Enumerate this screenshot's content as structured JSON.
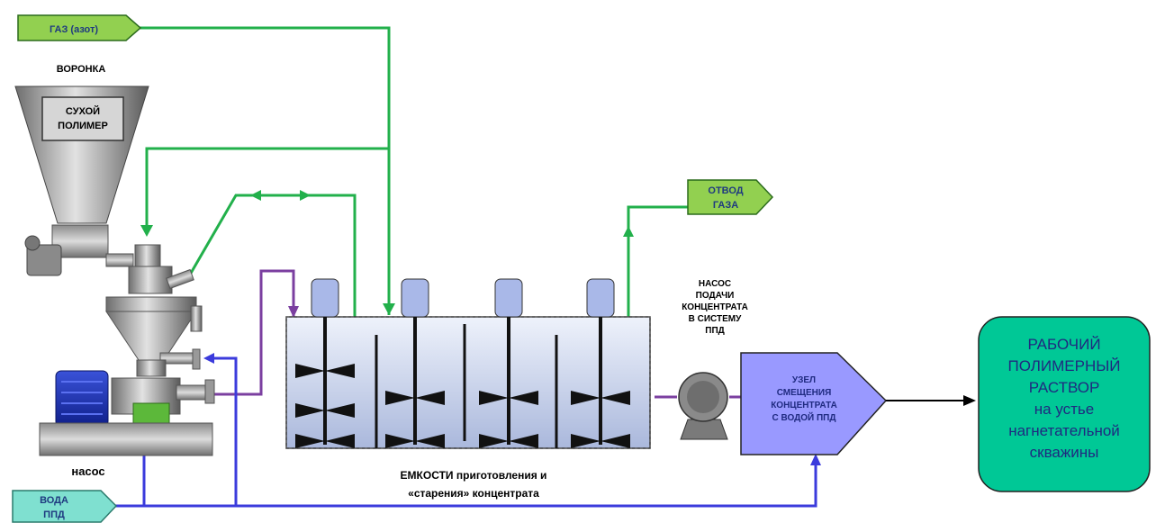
{
  "tags": {
    "gas_inlet": "ГАЗ (азот)",
    "gas_outlet_line1": "ОТВОД",
    "gas_outlet_line2": "ГАЗА",
    "water_line1": "ВОДА",
    "water_line2": "ППД"
  },
  "hopper": {
    "title": "ВОРОНКА",
    "label_line1": "СУХОЙ",
    "label_line2": "ПОЛИМЕР"
  },
  "pump_label": "насос",
  "tanks_caption": {
    "line1": "ЕМКОСТИ приготовления и",
    "line2": "«старения» концентрата"
  },
  "feed_pump_label": [
    "НАСОС",
    "ПОДАЧИ",
    "КОНЦЕНТРАТА",
    "В СИСТЕМУ",
    "ППД"
  ],
  "mixing_node": [
    "УЗЕЛ",
    "СМЕЩЕНИЯ",
    "КОНЦЕНТРАТА",
    "С ВОДОЙ ППД"
  ],
  "result_box": [
    "РАБОЧИЙ",
    "ПОЛИМЕРНЫЙ",
    "РАСТВОР",
    "на устье",
    "нагнетательной",
    "скважины"
  ],
  "colors": {
    "gas_line": "#22b04b",
    "water_line": "#3b3bdc",
    "concentrate_line": "#7b3fa0",
    "tag_green": "#92d050",
    "tag_water": "#7fe0d0",
    "mixing_fill": "#9999ff",
    "result_fill": "#00c896",
    "tank_fill": "#cfd8f0",
    "arrow_black": "#000000"
  }
}
